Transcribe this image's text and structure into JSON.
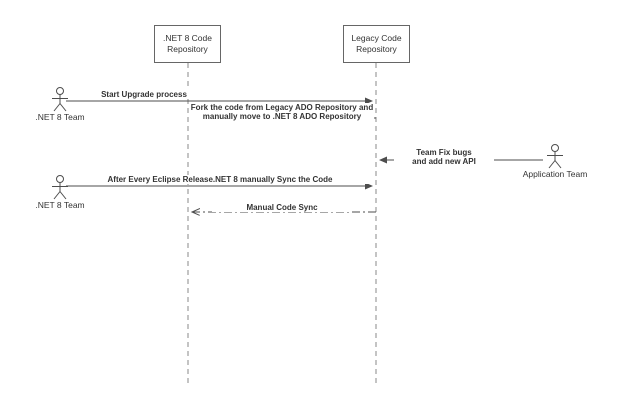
{
  "diagram": {
    "type": "sequence",
    "participants": [
      {
        "label": ".NET 8 Code Repository"
      },
      {
        "label": "Legacy Code Repository"
      }
    ],
    "actors": [
      {
        "label": ".NET 8 Team"
      },
      {
        "label": "Application Team"
      },
      {
        "label": ".NET 8 Team"
      }
    ],
    "messages": [
      {
        "label": "Start Upgrade process",
        "line_style": "solid",
        "direction": "right"
      },
      {
        "line1": "Fork the code from Legacy ADO Repository and",
        "line2": "manually move to .NET 8 ADO Repository",
        "line_style": "dashed",
        "direction": "left"
      },
      {
        "line1": "Team Fix bugs",
        "line2": "and add new API",
        "line_style": "solid",
        "direction": "left"
      },
      {
        "label": "After Every Eclipse Release.NET 8 manually Sync the Code",
        "line_style": "solid",
        "direction": "right"
      },
      {
        "label": "Manual Code Sync",
        "line_style": "dash-dot",
        "direction": "left"
      }
    ],
    "colors": {
      "background": "#ffffff",
      "line": "#4d4d4d",
      "lifeline": "#8a8a8a",
      "text": "#333333"
    }
  }
}
